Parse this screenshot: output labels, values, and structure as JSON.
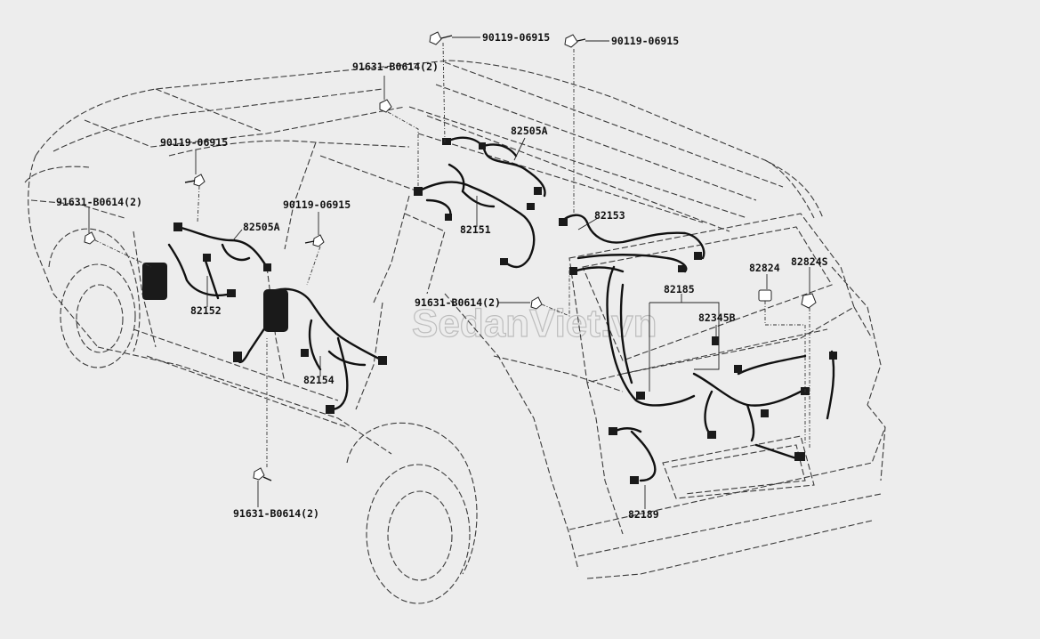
{
  "watermark": "SedanViet.vn",
  "labels": {
    "top_bolt_1": "90119-06915",
    "top_bolt_2": "90119-06915",
    "roof_screw": "91631-B0614(2)",
    "left_bolt_top": "90119-06915",
    "left_screw": "91631-B0614(2)",
    "mid_bolt": "90119-06915",
    "harness_82505a_roof": "82505A",
    "harness_82505a_side": "82505A",
    "harness_82151": "82151",
    "harness_82153": "82153",
    "harness_82152": "82152",
    "harness_82154": "82154",
    "center_screw": "91631-B0614(2)",
    "harness_82185": "82185",
    "part_82824": "82824",
    "part_82824s": "82824S",
    "part_82345b": "82345B",
    "bottom_screw": "91631-B0614(2)",
    "harness_82189": "82189"
  }
}
